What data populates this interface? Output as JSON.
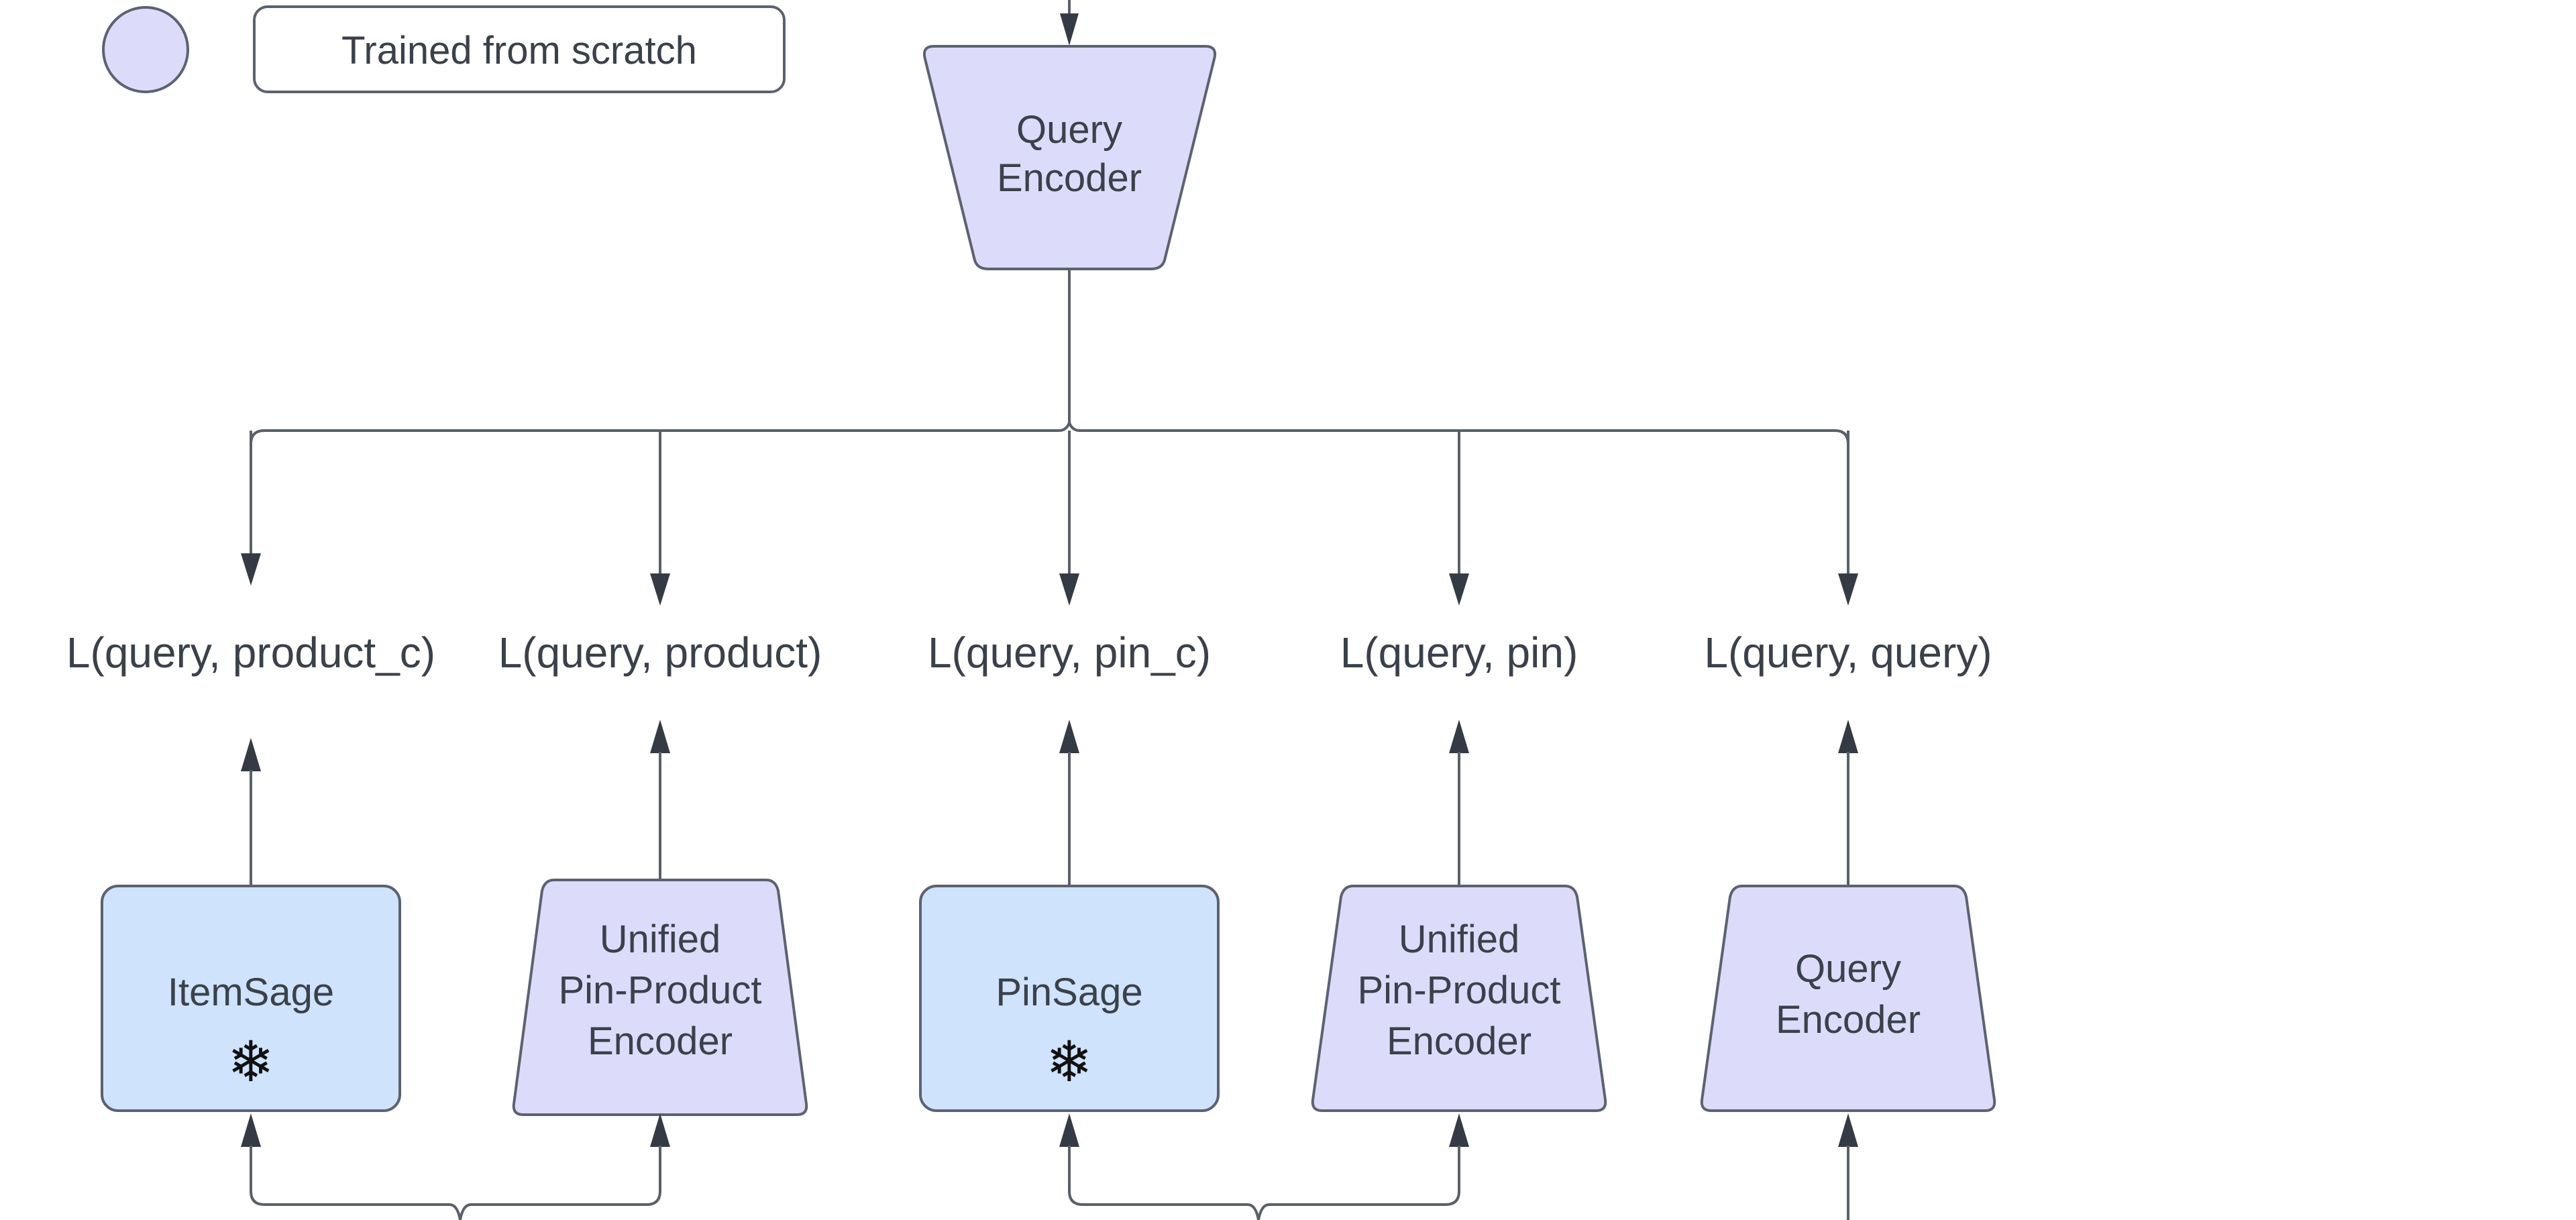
{
  "legend": {
    "swatch_color": "#dcdcfa",
    "label": "Trained from scratch"
  },
  "top_encoder": {
    "line1": "Query",
    "line2": "Encoder",
    "fill": "#dcdcfa"
  },
  "losses": [
    "L(query, product_c)",
    "L(query, product)",
    "L(query, pin_c)",
    "L(query, pin)",
    "L(query, query)"
  ],
  "bottom_nodes": [
    {
      "type": "frozen",
      "lines": [
        "ItemSage"
      ],
      "icon": "snowflake-icon",
      "glyph": "❄",
      "fill": "#cfe3fc"
    },
    {
      "type": "scratch",
      "lines": [
        "Unified",
        "Pin-Product",
        "Encoder"
      ],
      "fill": "#dcdcfa"
    },
    {
      "type": "frozen",
      "lines": [
        "PinSage"
      ],
      "icon": "snowflake-icon",
      "glyph": "❄",
      "fill": "#cfe3fc"
    },
    {
      "type": "scratch",
      "lines": [
        "Unified",
        "Pin-Product",
        "Encoder"
      ],
      "fill": "#dcdcfa"
    },
    {
      "type": "scratch",
      "lines": [
        "Query",
        "Encoder"
      ],
      "fill": "#dcdcfa"
    }
  ],
  "colors": {
    "edge": "#5a6069",
    "arrowhead": "#353b45",
    "text": "#3b414a",
    "outline": "#5c6270"
  }
}
